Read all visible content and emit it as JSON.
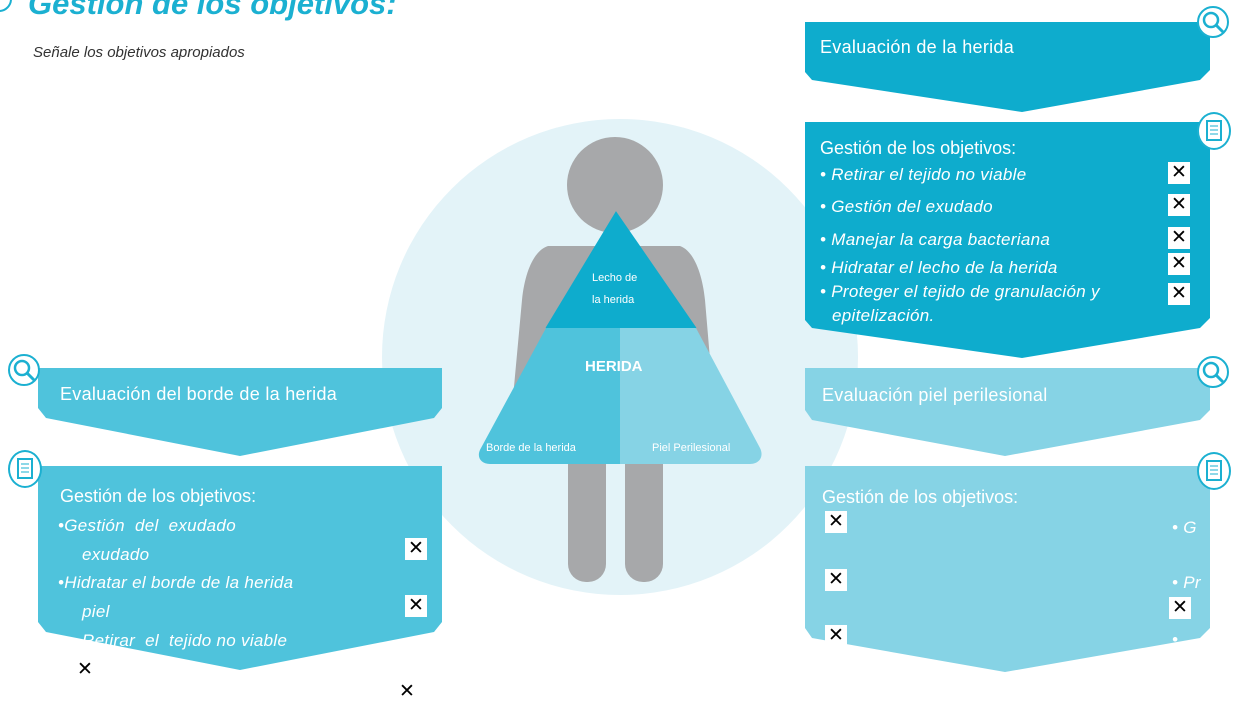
{
  "header": {
    "title": "Gestión de los objetivos:",
    "subtitle": "Señale los objetivos apropiados"
  },
  "colors": {
    "dark_teal": "#0eaccd",
    "mid_teal": "#4fc3dc",
    "light_teal": "#86d3e5",
    "circle_bg": "#e3f3f8",
    "body_grey": "#a7a8aa"
  },
  "triangle": {
    "top": "Lecho de",
    "top2": "la herida",
    "center": "HERIDA",
    "left": "Borde de la herida",
    "right": "Piel Perilesional"
  },
  "panel_bed": {
    "title": "Evaluación de la herida",
    "goals_title": "Gestión de los objetivos:",
    "goals": [
      "• Retirar el tejido no viable",
      "• Gestión del exudado",
      "• Manejar la carga bacteriana",
      "• Hidratar el lecho de la herida",
      "• Proteger el tejido de granulación y",
      "epitelización."
    ]
  },
  "panel_edge": {
    "title": "Evaluación del borde de la herida",
    "goals_title": "Gestión de los objetivos:",
    "goals": [
      "•Gestión  del  exudado",
      "exudado",
      "•Hidratar el borde de la herida",
      "piel",
      "Retirar  el  tejido no viable"
    ]
  },
  "panel_skin": {
    "title": "Evaluación piel perilesional",
    "goals_title": "Gestión de los objetivos:",
    "goals": [
      "• G",
      "• Pr",
      "• "
    ]
  },
  "icons": {
    "check": "✕",
    "search": "search-icon",
    "doc": "document-icon"
  }
}
